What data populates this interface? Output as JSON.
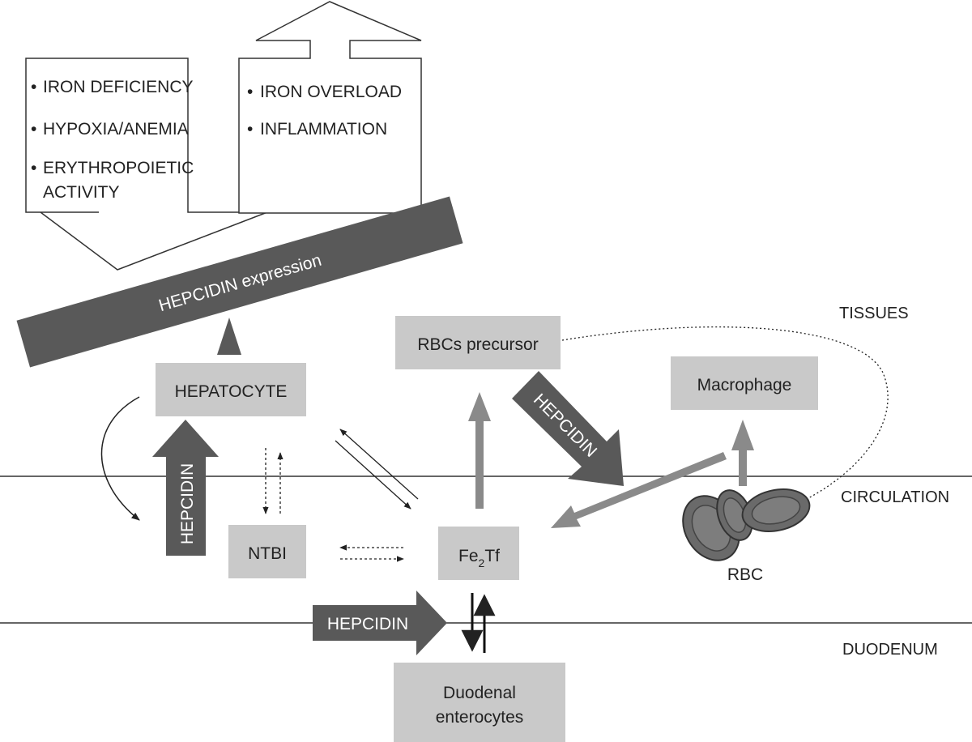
{
  "colors": {
    "light_box": "#c9c9c9",
    "dark": "#595959",
    "gray_arrow": "#8a8a8a",
    "line": "#333333"
  },
  "decrease_box": {
    "items": [
      "IRON DEFICIENCY",
      "HYPOXIA/ANEMIA",
      "ERYTHROPOIETIC",
      "ACTIVITY"
    ]
  },
  "increase_box": {
    "items": [
      "IRON OVERLOAD",
      "INFLAMMATION"
    ]
  },
  "bullet": "•",
  "hepcidin_expression": "HEPCIDIN expression",
  "zones": {
    "tissues": "TISSUES",
    "circulation": "CIRCULATION",
    "duodenum": "DUODENUM"
  },
  "nodes": {
    "hepatocyte": "HEPATOCYTE",
    "rbc_precursor": "RBCs precursor",
    "macrophage": "Macrophage",
    "ntbi": "NTBI",
    "fe2tf_main": "Fe",
    "fe2tf_sub": "2",
    "fe2tf_tail": "Tf",
    "rbc": "RBC",
    "duodenal_line1": "Duodenal",
    "duodenal_line2": "enterocytes"
  },
  "hepcidin_labels": {
    "vertical": "HEPCIDIN",
    "diagonal": "HEPCIDIN",
    "horizontal": "HEPCIDIN"
  },
  "icons": [
    "red-blood-cell-icon"
  ]
}
